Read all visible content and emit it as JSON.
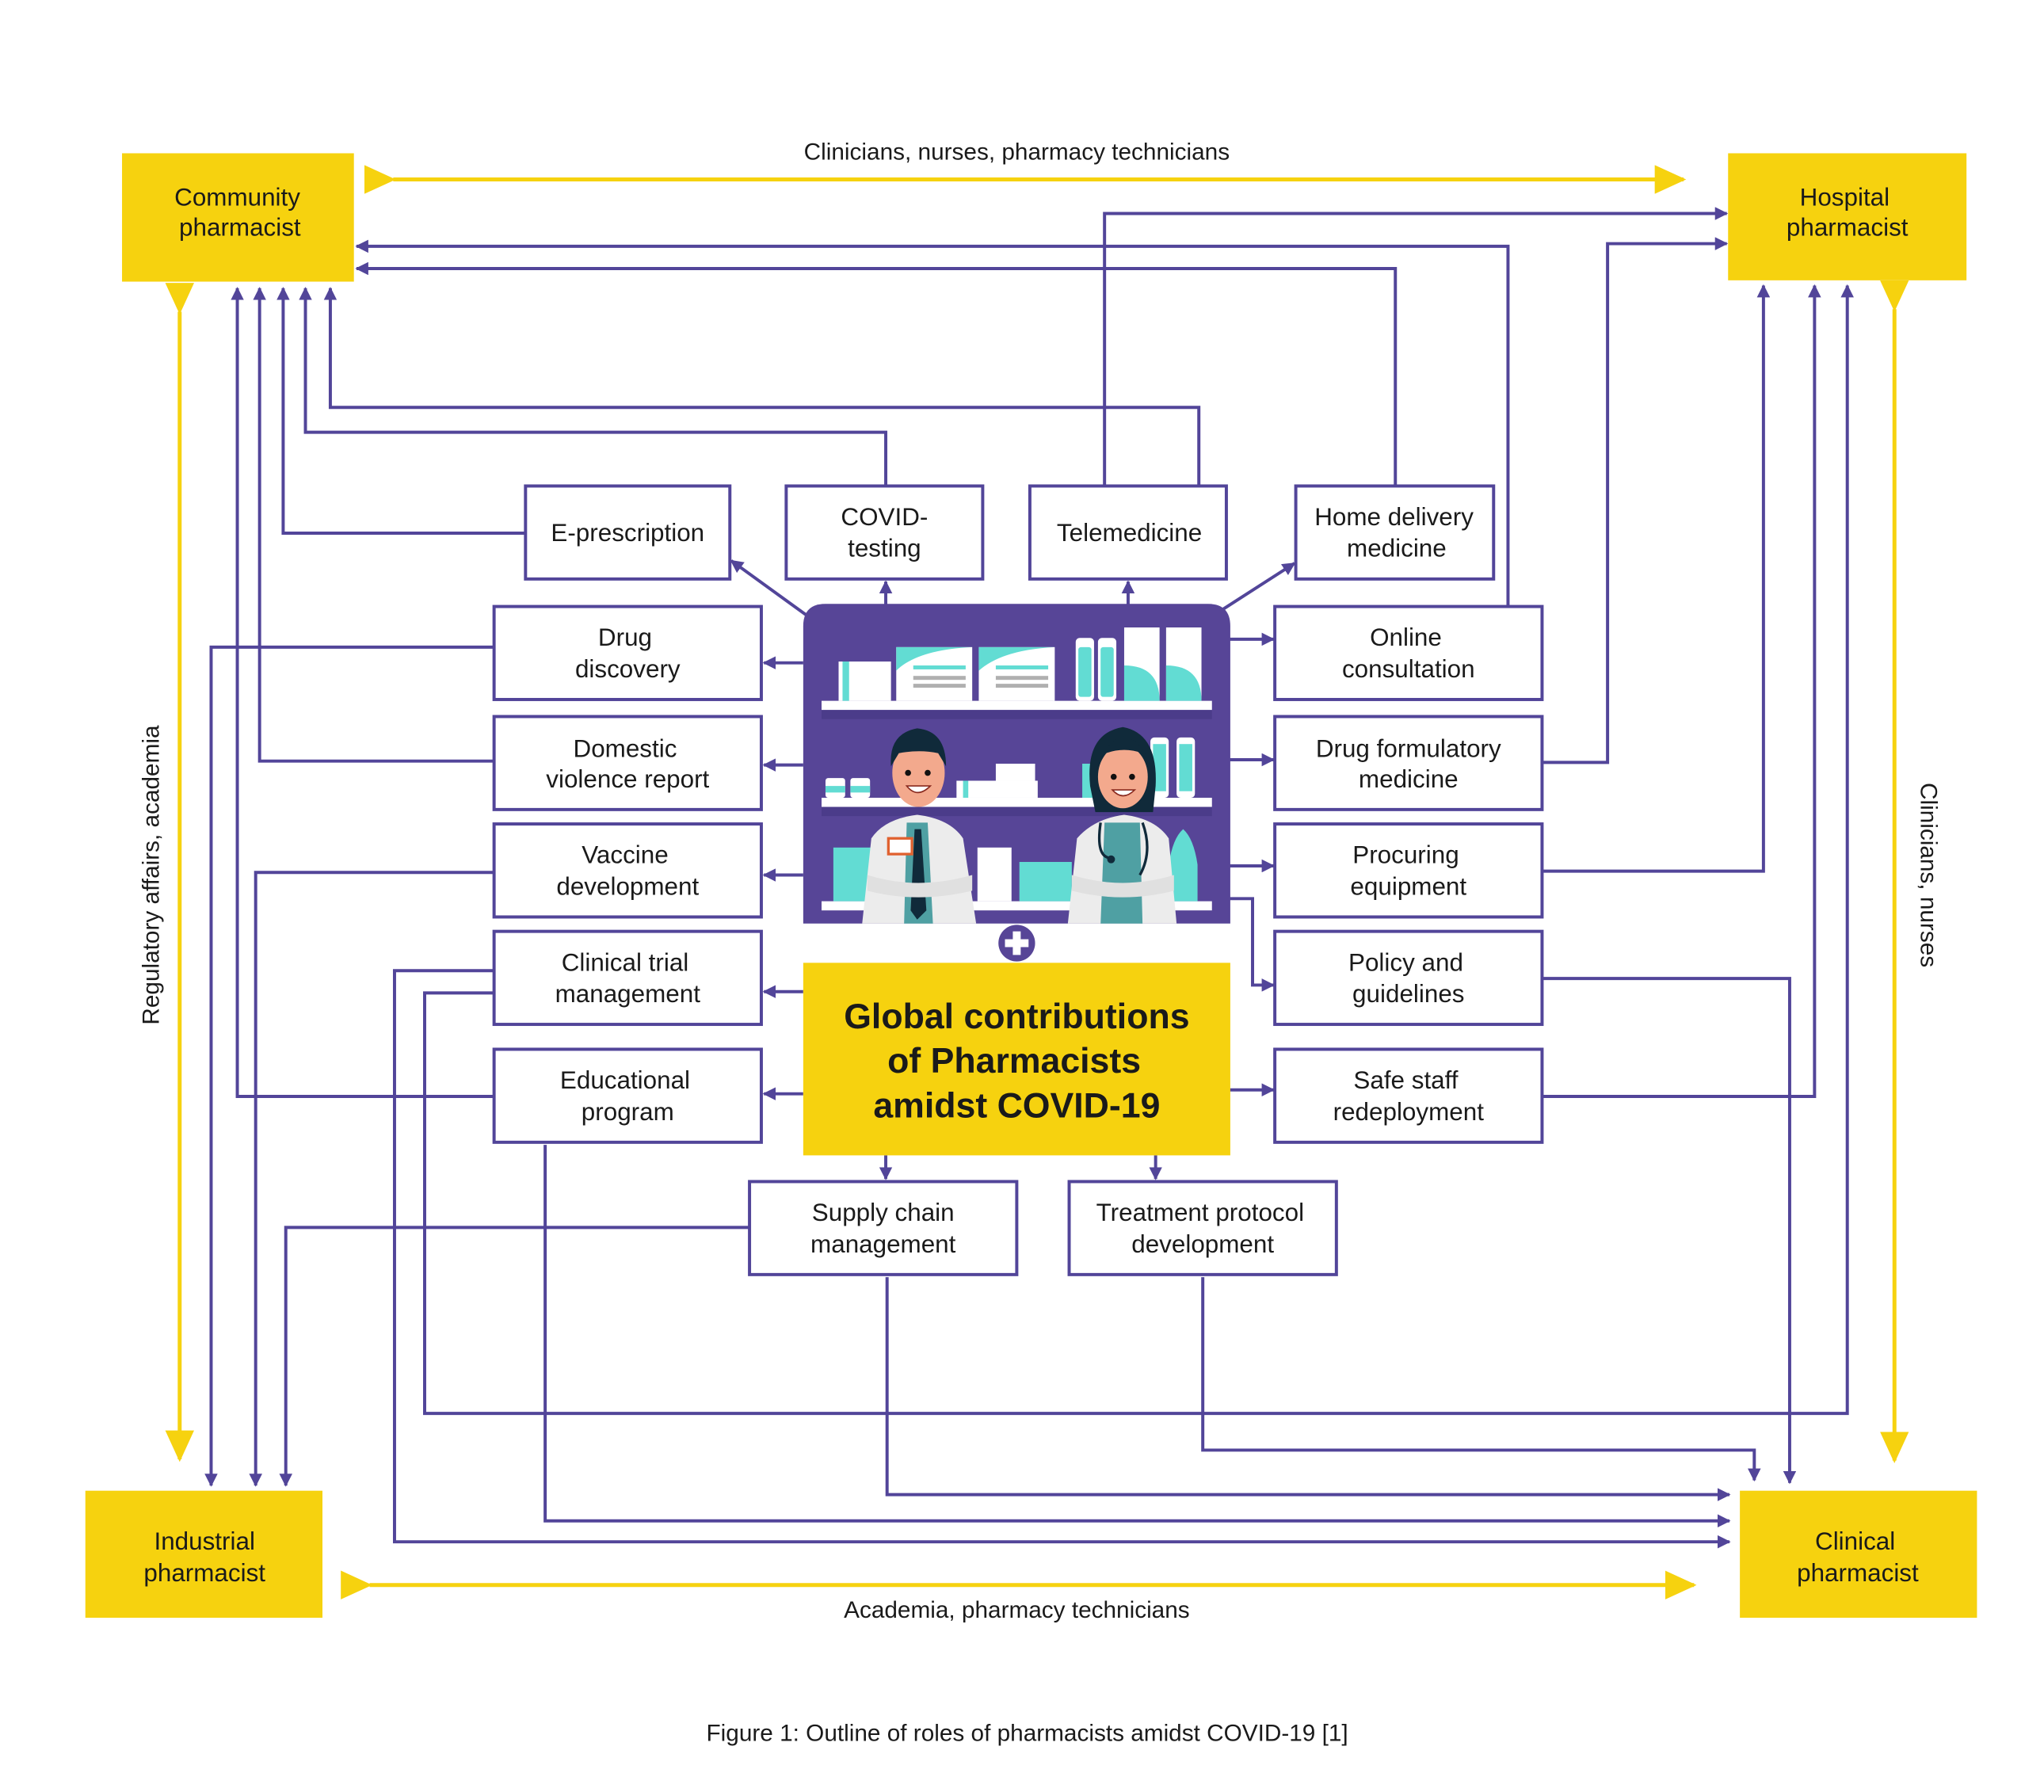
{
  "colors": {
    "role_fill": "#f6d20f",
    "line_purple": "#524599",
    "line_yellow": "#f6d20f",
    "illustration_bg": "#574597",
    "teal": "#62dcd3"
  },
  "roles": {
    "community": [
      "Community",
      "pharmacist"
    ],
    "hospital": [
      "Hospital",
      "pharmacist"
    ],
    "industrial": [
      "Industrial",
      "pharmacist"
    ],
    "clinical": [
      "Clinical",
      "pharmacist"
    ]
  },
  "links": {
    "top": "Clinicians, nurses, pharmacy technicians",
    "bottom": "Academia, pharmacy technicians",
    "left": "Regulatory affairs, academia",
    "right": "Clinicians, nurses"
  },
  "center": {
    "title": [
      "Global contributions",
      "of Pharmacists",
      "amidst COVID-19"
    ]
  },
  "contributions": {
    "e_prescription": [
      "E-prescription"
    ],
    "covid_testing": [
      "COVID-",
      "testing"
    ],
    "telemedicine": [
      "Telemedicine"
    ],
    "home_delivery": [
      "Home delivery",
      "medicine"
    ],
    "drug_discovery": [
      "Drug",
      "discovery"
    ],
    "domestic_violence": [
      "Domestic",
      "violence report"
    ],
    "vaccine_development": [
      "Vaccine",
      "development"
    ],
    "clinical_trial": [
      "Clinical trial",
      "management"
    ],
    "educational_program": [
      "Educational",
      "program"
    ],
    "online_consultation": [
      "Online",
      "consultation"
    ],
    "drug_formulatory": [
      "Drug formulatory",
      "medicine"
    ],
    "procuring_equipment": [
      "Procuring",
      "equipment"
    ],
    "policy_guidelines": [
      "Policy and",
      "guidelines"
    ],
    "safe_staff": [
      "Safe staff",
      "redeployment"
    ],
    "supply_chain": [
      "Supply chain",
      "management"
    ],
    "treatment_protocol": [
      "Treatment protocol",
      "development"
    ]
  },
  "caption": "Figure 1: Outline of roles of pharmacists amidst COVID-19 [1]"
}
